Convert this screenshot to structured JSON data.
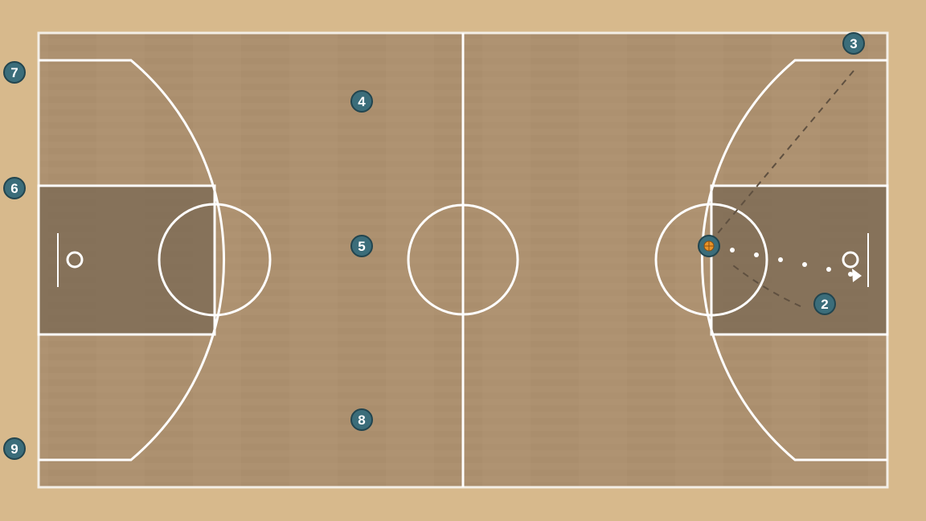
{
  "court": {
    "colors": {
      "floor_outer": "#d7b98c",
      "floor_inner": "#ad9170",
      "paint": "#7f6c56",
      "lines": "#ffffff",
      "player_fill": "#3b6d7a",
      "player_stroke": "#22454f",
      "ball": "#e8942a",
      "pass_line": "#5f5040",
      "dribble_dots": "#ffffff"
    }
  },
  "players": [
    {
      "id": "p7",
      "label": "7",
      "role": "bench"
    },
    {
      "id": "p6",
      "label": "6",
      "role": "bench"
    },
    {
      "id": "p9",
      "label": "9",
      "role": "bench"
    },
    {
      "id": "p4",
      "label": "4",
      "role": "court"
    },
    {
      "id": "p5",
      "label": "5",
      "role": "court"
    },
    {
      "id": "p8",
      "label": "8",
      "role": "court"
    },
    {
      "id": "p3",
      "label": "3",
      "role": "court"
    },
    {
      "id": "p2",
      "label": "2",
      "role": "court"
    },
    {
      "id": "p1",
      "label": "",
      "role": "ball-handler"
    }
  ],
  "actions": [
    {
      "type": "pass",
      "from": "p3",
      "to": "p1",
      "style": "dashed"
    },
    {
      "type": "cut",
      "from": "p2",
      "to": "p1",
      "style": "dashed"
    },
    {
      "type": "dribble",
      "from": "p1",
      "to": "basket-right",
      "style": "dotted",
      "arrow": true
    }
  ],
  "icons": {
    "ball": "basketball-icon",
    "arrow": "arrowhead-icon"
  }
}
